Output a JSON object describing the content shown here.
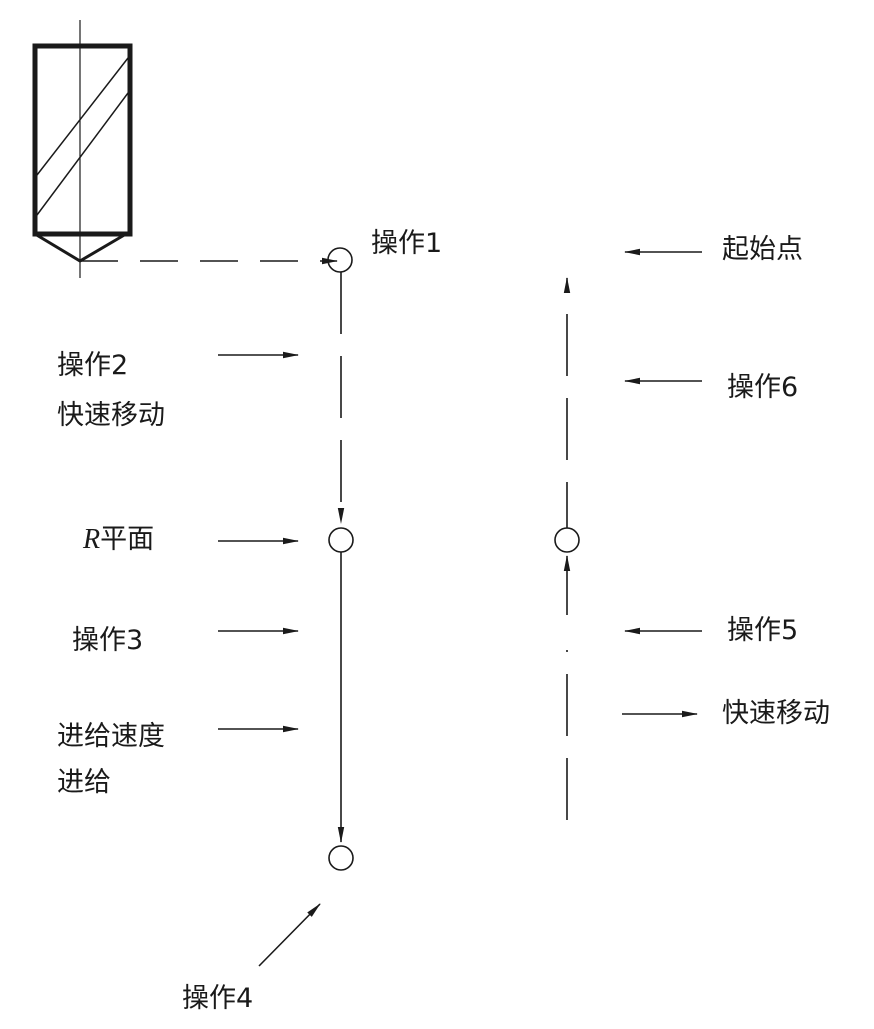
{
  "labels": {
    "op1": "操作1",
    "op2_line1": "操作2",
    "op2_line2": "快速移动",
    "r_plane_letter": "R",
    "r_plane_text": "平面",
    "op3": "操作3",
    "feed_line1": "进给速度",
    "feed_line2": "进给",
    "op4": "操作4",
    "start_point": "起始点",
    "op6": "操作6",
    "op5": "操作5",
    "rapid_right": "快速移动"
  },
  "colors": {
    "stroke": "#1a1a1a",
    "text": "#1a1a1a",
    "background": "#ffffff"
  }
}
